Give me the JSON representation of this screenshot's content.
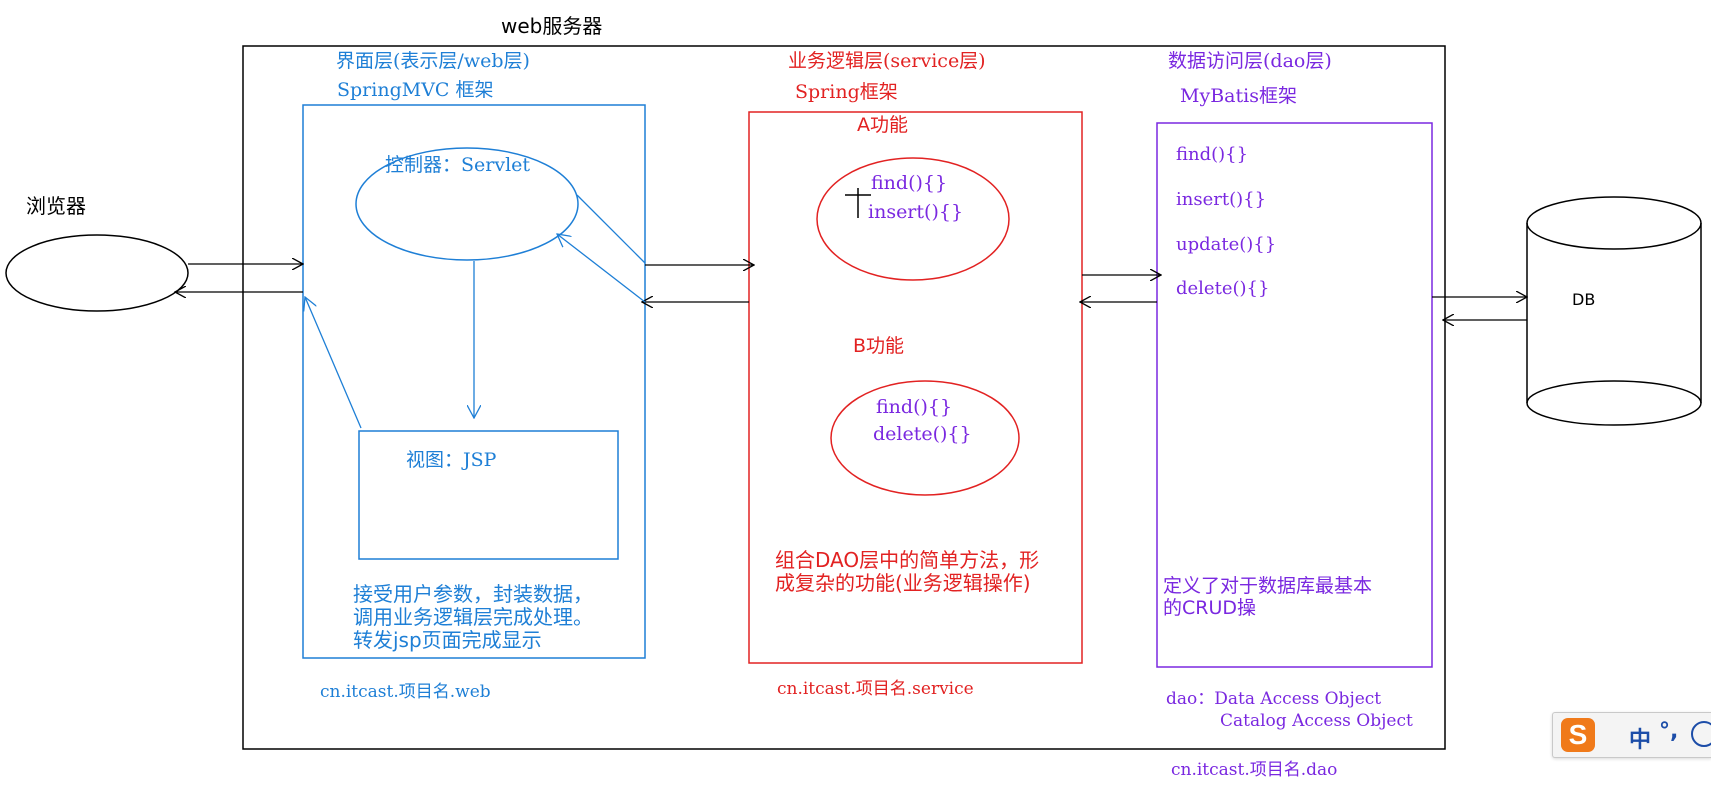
{
  "server_label": "web服务器",
  "browser_label": "浏览器",
  "db_label": "DB",
  "web_layer": {
    "title": "界面层(表示层/web层)",
    "framework": "SpringMVC 框架",
    "controller": "控制器：Servlet",
    "view": "视图：JSP",
    "desc": [
      "接受用户参数，封装数据，",
      "调用业务逻辑层完成处理。",
      "转发jsp页面完成显示"
    ],
    "package": "cn.itcast.项目名.web"
  },
  "service_layer": {
    "title": "业务逻辑层(service层)",
    "framework": "Spring框架",
    "func_a": {
      "label": "A功能",
      "methods": [
        "find(){}",
        "insert(){}"
      ]
    },
    "func_b": {
      "label": "B功能",
      "methods": [
        "find(){}",
        "delete(){}"
      ]
    },
    "desc": [
      "组合DAO层中的简单方法，形",
      "成复杂的功能(业务逻辑操作)"
    ],
    "package": "cn.itcast.项目名.service"
  },
  "dao_layer": {
    "title": "数据访问层(dao层)",
    "framework": "MyBatis框架",
    "methods": [
      "find(){}",
      "insert(){}",
      "update(){}",
      "delete(){}"
    ],
    "desc": [
      "定义了对于数据库最基本",
      "的CRUD操"
    ],
    "note": [
      "dao：Data Access Object",
      "Catalog Access Object"
    ],
    "package": "cn.itcast.项目名.dao"
  },
  "ime": {
    "mode": "中",
    "punct": "°,"
  },
  "colors": {
    "web": "#1e7fd6",
    "service": "#e22222",
    "dao": "#7a28e0",
    "frame": "#000000"
  }
}
